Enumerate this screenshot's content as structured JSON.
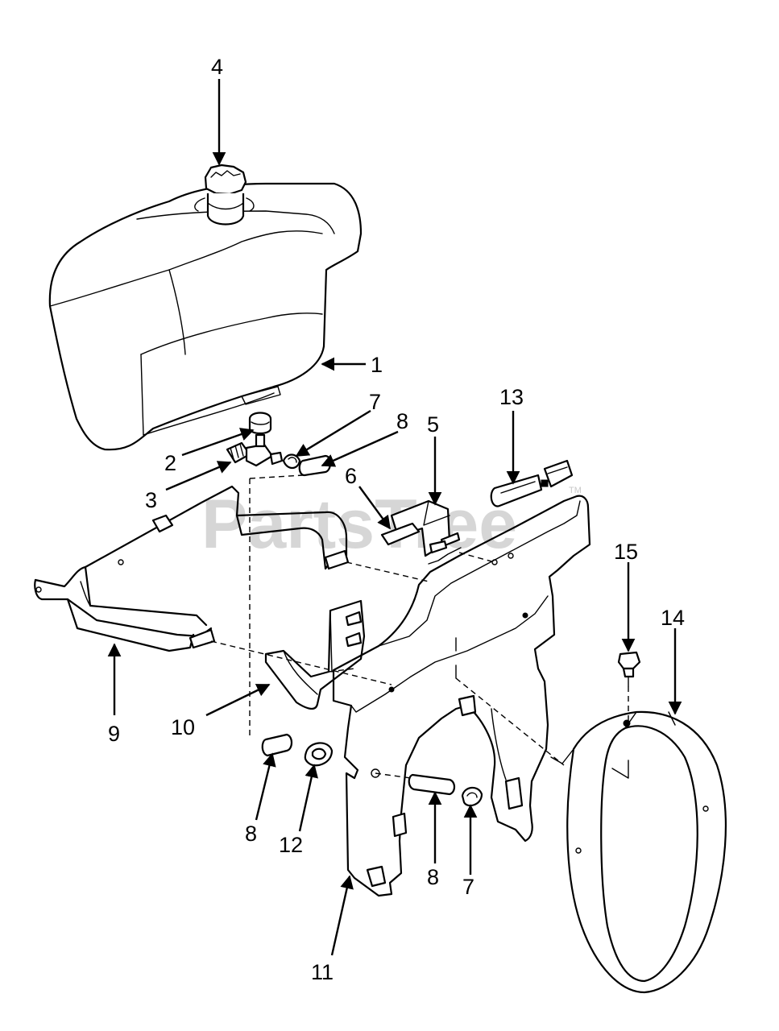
{
  "watermark": {
    "text": "PartsTree",
    "trademark": "TM"
  },
  "callouts": {
    "c1": "1",
    "c2": "2",
    "c3": "3",
    "c4": "4",
    "c5": "5",
    "c6": "6",
    "c7a": "7",
    "c7b": "7",
    "c8a": "8",
    "c8b": "8",
    "c8c": "8",
    "c9": "9",
    "c10": "10",
    "c11": "11",
    "c12": "12",
    "c13": "13",
    "c14": "14",
    "c15": "15"
  }
}
